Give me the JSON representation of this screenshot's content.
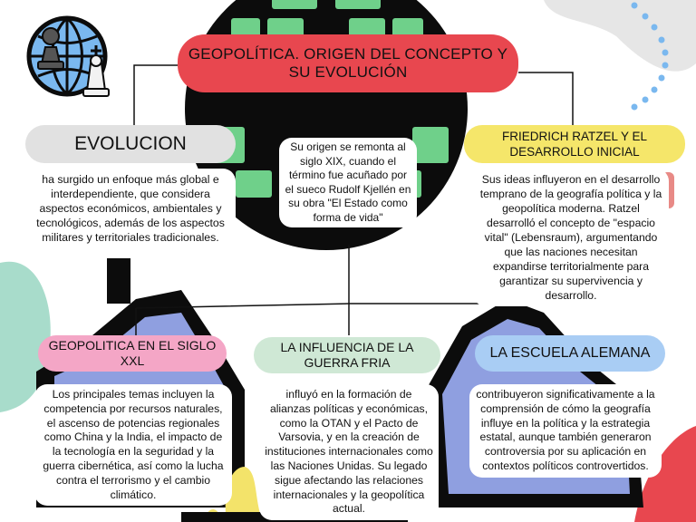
{
  "title": "GEOPOLÍTICA. ORIGEN DEL CONCEPTO Y SU EVOLUCIÓN",
  "origin_text": "Su origen se remonta al siglo XIX, cuando el término fue acuñado por el sueco Rudolf Kjellén en su obra \"El Estado como forma de vida\"",
  "sections": {
    "evolucion": {
      "heading": "EVOLUCION",
      "text": "ha surgido un enfoque más global e interdependiente, que considera aspectos económicos, ambientales y tecnológicos, además de los aspectos militares y territoriales tradicionales."
    },
    "ratzel": {
      "heading": "FRIEDRICH RATZEL Y EL DESARROLLO INICIAL",
      "text": "Sus ideas influyeron en el desarrollo temprano de la geografía política y la geopolítica moderna. Ratzel desarrolló el concepto de \"espacio vital\" (Lebensraum), argumentando que las naciones necesitan expandirse territorialmente para garantizar su supervivencia y desarrollo."
    },
    "siglo": {
      "heading": "GEOPOLITICA EN EL SIGLO XXL",
      "text": "Los principales temas incluyen la competencia por recursos naturales, el ascenso de potencias regionales como China y la India, el impacto de la tecnología en la seguridad y la guerra cibernética, así como la lucha contra el terrorismo y el cambio climático."
    },
    "guerra": {
      "heading": "LA INFLUENCIA DE LA GUERRA FRIA",
      "text": "influyó en la formación de alianzas políticas y económicas, como la OTAN y el Pacto de Varsovia, y en la creación de instituciones internacionales como las Naciones Unidas. Su legado sigue afectando las relaciones internacionales y la geopolítica actual."
    },
    "escuela": {
      "heading": "LA ESCUELA ALEMANA",
      "text": "contribuyeron significativamente a la comprensión de cómo la geografía influye en la política y la estrategia estatal, aunque también generaron controversia por su aplicación en contextos políticos controvertidos."
    }
  },
  "colors": {
    "title_bg": "#e8474f",
    "evolucion_bg": "#e1e1e1",
    "ratzel_bg": "#f5e66a",
    "siglo_bg": "#f4a6c6",
    "guerra_bg": "#cfe8d5",
    "escuela_bg": "#a9cdf4",
    "globe_green": "#6fd08a",
    "blob_mint": "#a8dccb",
    "blob_blue": "#8f9fe0",
    "dots_blue": "#7ab8ef",
    "accent_yellow": "#f3e36a"
  },
  "icons": [
    "globe-chess-icon",
    "globe-graphic"
  ]
}
